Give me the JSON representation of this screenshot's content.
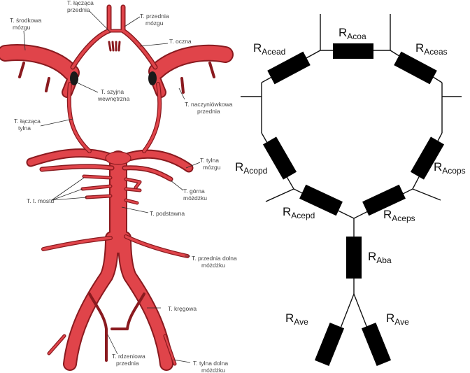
{
  "anatomy": {
    "labels": {
      "acom": [
        "T. łącząca",
        "przednia"
      ],
      "aca": [
        "T. przednia",
        "mózgu"
      ],
      "mca": [
        "T. środkowa",
        "mózgu"
      ],
      "ophth": [
        "T. oczna"
      ],
      "ica": [
        "T. szyjna",
        "wewnętrzna"
      ],
      "choroid": [
        "T. naczyniówkowa",
        "przednia"
      ],
      "pcom": [
        "T. łącząca",
        "tylna"
      ],
      "pca": [
        "T. tylna",
        "mózgu"
      ],
      "pontine": [
        "T. t. mostu"
      ],
      "sca": [
        "T. górna",
        "móżdżku"
      ],
      "basilar": [
        "T. podstawna"
      ],
      "aica": [
        "T. przednia dolna",
        "móżdżku"
      ],
      "vertebral": [
        "T. kręgowa"
      ],
      "asa": [
        "T. rdzeniowa",
        "przednia"
      ],
      "pica": [
        "T. tylna dolna",
        "móżdżku"
      ]
    }
  },
  "circuit": {
    "resistors": [
      {
        "id": "acoa",
        "main": "R",
        "sub": "Acoa"
      },
      {
        "id": "acead",
        "main": "R",
        "sub": "Acead"
      },
      {
        "id": "aceas",
        "main": "R",
        "sub": "Aceas"
      },
      {
        "id": "acopd",
        "main": "R",
        "sub": "Acopd"
      },
      {
        "id": "acops",
        "main": "R",
        "sub": "Acops"
      },
      {
        "id": "acepd",
        "main": "R",
        "sub": "Acepd"
      },
      {
        "id": "aceps",
        "main": "R",
        "sub": "Aceps"
      },
      {
        "id": "aba",
        "main": "R",
        "sub": "Aba"
      },
      {
        "id": "ave_left",
        "main": "R",
        "sub": "Ave"
      },
      {
        "id": "ave_right",
        "main": "R",
        "sub": "Ave"
      }
    ]
  }
}
